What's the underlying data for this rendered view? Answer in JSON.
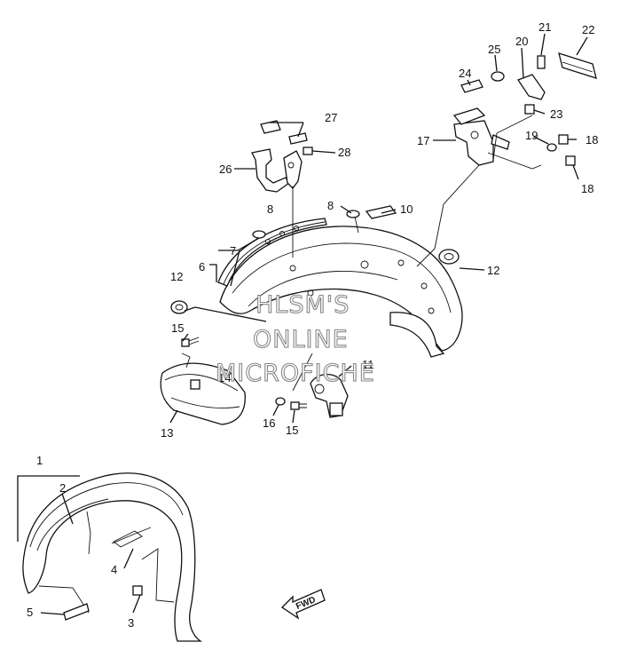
{
  "diagram": {
    "callouts": {
      "c1": "1",
      "c2": "2",
      "c3": "3",
      "c4": "4",
      "c5": "5",
      "c6": "6",
      "c7": "7",
      "c8a": "8",
      "c8b": "8",
      "c10": "10",
      "c11": "11",
      "c12a": "12",
      "c12b": "12",
      "c13": "13",
      "c14": "14",
      "c15a": "15",
      "c15b": "15",
      "c16": "16",
      "c17": "17",
      "c18a": "18",
      "c18b": "18",
      "c19": "19",
      "c20": "20",
      "c21": "21",
      "c22": "22",
      "c23": "23",
      "c24": "24",
      "c25": "25",
      "c26": "26",
      "c27": "27",
      "c28": "28"
    },
    "fwd_label": "FWD",
    "watermark": [
      "HLSM'S",
      "ONLINE",
      "MICROFICHE"
    ]
  }
}
